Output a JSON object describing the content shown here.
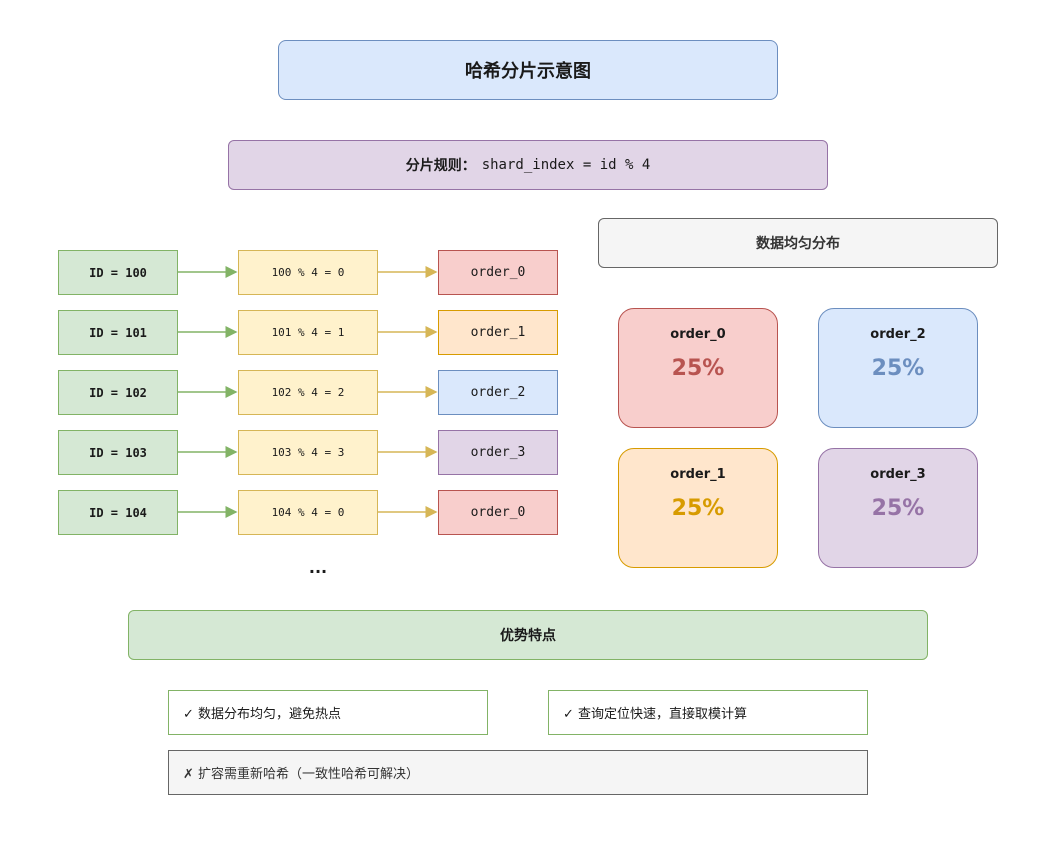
{
  "title": "哈希分片示意图",
  "rule": {
    "label": "分片规则：",
    "formula": "shard_index = id % 4"
  },
  "mappings": [
    {
      "id_label": "ID = 100",
      "calc": "100 % 4 = 0",
      "shard": "order_0",
      "color": "red"
    },
    {
      "id_label": "ID = 101",
      "calc": "101 % 4 = 1",
      "shard": "order_1",
      "color": "orange"
    },
    {
      "id_label": "ID = 102",
      "calc": "102 % 4 = 2",
      "shard": "order_2",
      "color": "blue"
    },
    {
      "id_label": "ID = 103",
      "calc": "103 % 4 = 3",
      "shard": "order_3",
      "color": "purple"
    },
    {
      "id_label": "ID = 104",
      "calc": "104 % 4 = 0",
      "shard": "order_0",
      "color": "red"
    }
  ],
  "ellipsis": "...",
  "distribution": {
    "title": "数据均匀分布",
    "cards": [
      {
        "name": "order_0",
        "percent": "25%",
        "color": "#b85450"
      },
      {
        "name": "order_2",
        "percent": "25%",
        "color": "#6c8ebf"
      },
      {
        "name": "order_1",
        "percent": "25%",
        "color": "#d79b00"
      },
      {
        "name": "order_3",
        "percent": "25%",
        "color": "#9673a6"
      }
    ]
  },
  "advantages": {
    "title": "优势特点",
    "items": [
      {
        "text": "✓ 数据分布均匀，避免热点"
      },
      {
        "text": "✓ 查询定位快速，直接取模计算"
      },
      {
        "text": "✗ 扩容需重新哈希（一致性哈希可解决）"
      }
    ]
  },
  "colors": {
    "green_arrow": "#82b366",
    "yellow_arrow": "#d6b656"
  }
}
